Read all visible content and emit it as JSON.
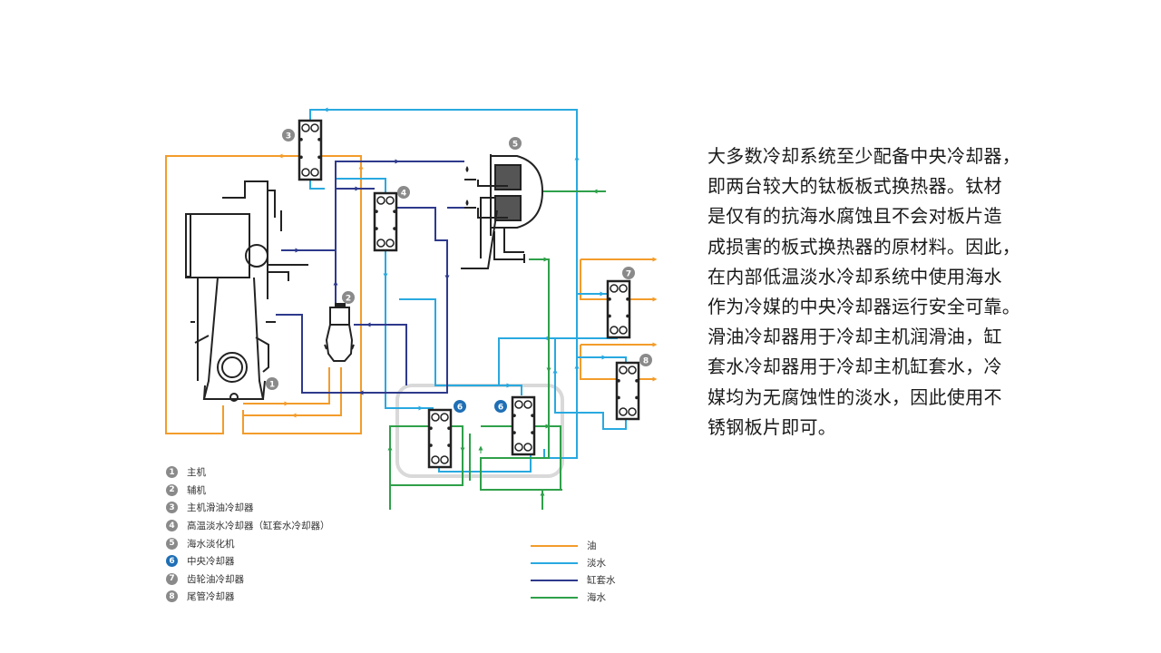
{
  "description": {
    "lines": [
      "大多数冷却系统至少配备中央冷却器，",
      "即两台较大的钛板板式换热器。钛材",
      "是仅有的抗海水腐蚀且不会对板片造",
      "成损害的板式换热器的原材料。因此，",
      "在内部低温淡水冷却系统中使用海水",
      "作为冷媒的中央冷却器运行安全可靠。",
      "滑油冷却器用于冷却主机润滑油，缸",
      "套水冷却器用于冷却主机缸套水，冷",
      "媒均为无腐蚀性的淡水，因此使用不",
      "锈钢板片即可。"
    ]
  },
  "component_legend": [
    {
      "num": "1",
      "label": "主机",
      "highlight": false
    },
    {
      "num": "2",
      "label": "辅机",
      "highlight": false
    },
    {
      "num": "3",
      "label": "主机滑油冷却器",
      "highlight": false
    },
    {
      "num": "4",
      "label": "高温淡水冷却器（缸套水冷却器）",
      "highlight": false
    },
    {
      "num": "5",
      "label": "海水淡化机",
      "highlight": false
    },
    {
      "num": "6",
      "label": "中央冷却器",
      "highlight": true
    },
    {
      "num": "7",
      "label": "齿轮油冷却器",
      "highlight": false
    },
    {
      "num": "8",
      "label": "尾管冷却器",
      "highlight": false
    }
  ],
  "line_legend": [
    {
      "label": "油",
      "color": "#f39c2b"
    },
    {
      "label": "淡水",
      "color": "#29a9e0"
    },
    {
      "label": "缸套水",
      "color": "#2e3a8c"
    },
    {
      "label": "海水",
      "color": "#2fa04a"
    }
  ],
  "markers": {
    "m1": "1",
    "m2": "2",
    "m3": "3",
    "m4": "4",
    "m5": "5",
    "m6a": "6",
    "m6b": "6",
    "m7": "7",
    "m8": "8"
  },
  "colors": {
    "oil": "#f39c2b",
    "fresh_water": "#29a9e0",
    "jacket_water": "#2e3a8c",
    "sea_water": "#2fa04a",
    "marker_gray": "#8a8a8a",
    "marker_blue": "#1f6fb5",
    "equipment": "#222222"
  }
}
